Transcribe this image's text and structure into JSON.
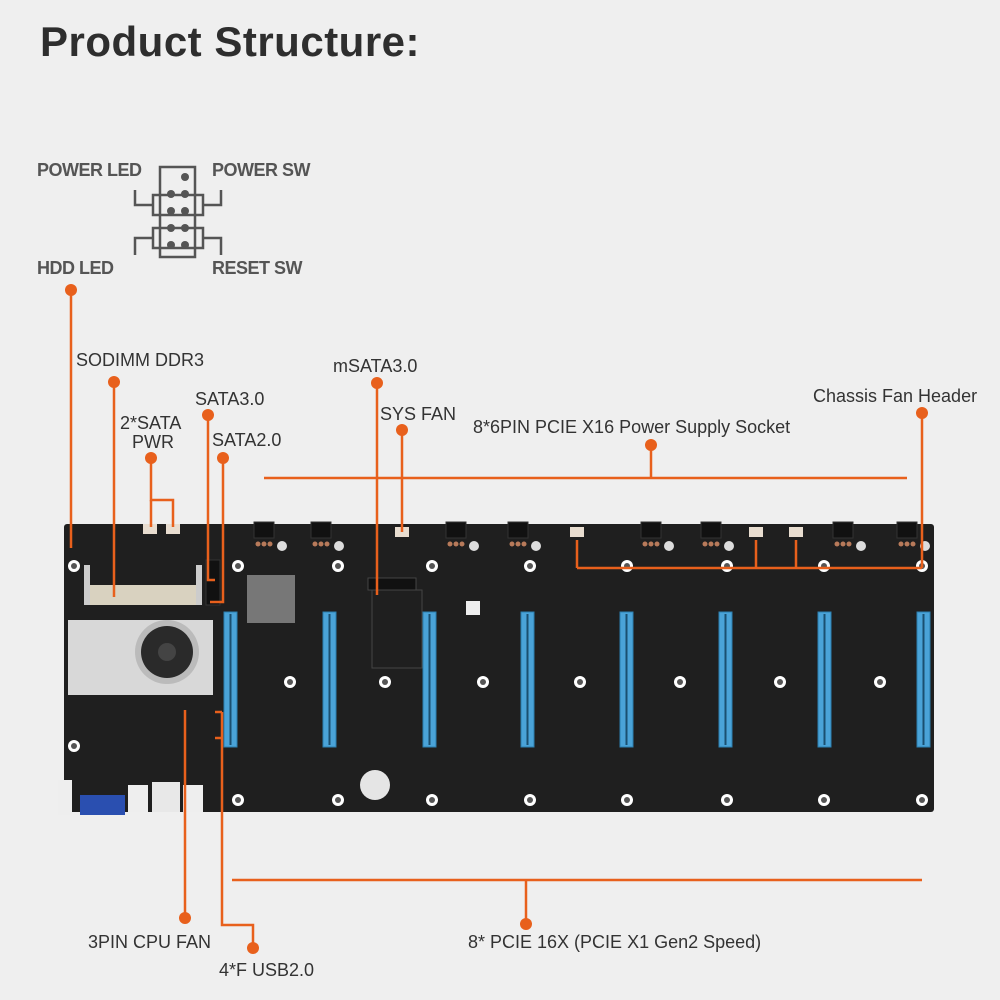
{
  "title": "Product Structure:",
  "accent_color": "#e8601c",
  "board_color": "#1f1f1f",
  "slot_color": "#4aa3d8",
  "front_panel_header": {
    "power_led": "POWER LED",
    "power_sw": "POWER SW",
    "hdd_led": "HDD  LED",
    "reset_sw": "RESET SW"
  },
  "callouts": {
    "sodimm": "SODIMM DDR3",
    "sata_pwr_line1": "2*SATA",
    "sata_pwr_line2": "PWR",
    "sata3": "SATA3.0",
    "sata2": "SATA2.0",
    "msata": "mSATA3.0",
    "sys_fan": "SYS FAN",
    "pcie_power": "8*6PIN PCIE X16 Power Supply Socket",
    "chassis_fan": "Chassis Fan Header",
    "cpu_fan": "3PIN CPU FAN",
    "usb": "4*F USB2.0",
    "pcie_slots": "8* PCIE 16X (PCIE X1 Gen2 Speed)"
  }
}
